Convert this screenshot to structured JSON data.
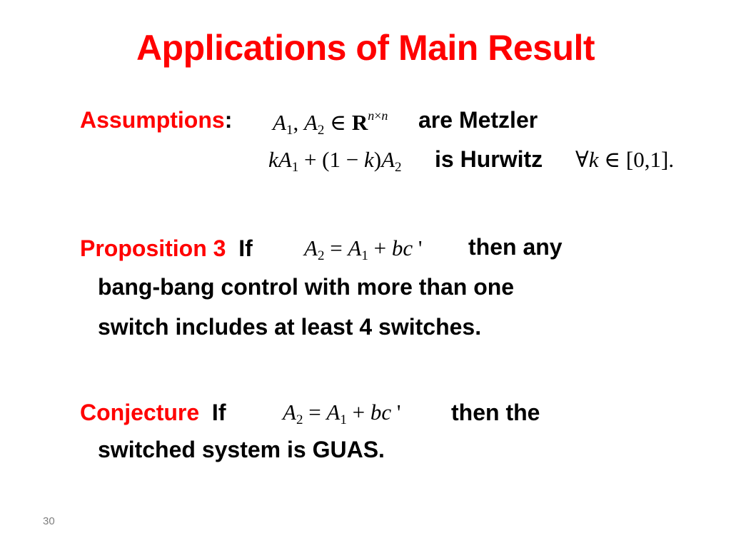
{
  "slide": {
    "title": "Applications of Main Result",
    "assumptions": {
      "label": "Assumptions",
      "colon": ":",
      "line1_text": "are Metzler",
      "line2_text": "is Hurwitz"
    },
    "proposition": {
      "label": "Proposition 3",
      "if_text": "If",
      "then_text": "then any",
      "line2": "bang-bang control with more than one",
      "line3": "switch includes at least 4 switches."
    },
    "conjecture": {
      "label": "Conjecture",
      "if_text": "If",
      "then_text": "then the",
      "line2": "switched system is GUAS."
    },
    "page_number": "30"
  },
  "colors": {
    "title": "#ff0000",
    "label": "#ff0000",
    "body": "#000000",
    "page_number": "#7f7f7f"
  }
}
